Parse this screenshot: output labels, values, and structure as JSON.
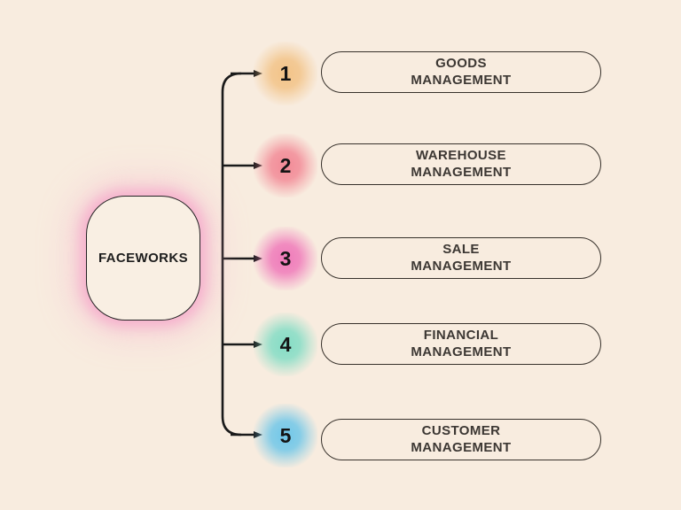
{
  "diagram": {
    "root": {
      "label": "FACEWORKS",
      "glow_color": "#f5a9cb"
    },
    "nodes": [
      {
        "number": "1",
        "label": "GOODS\nMANAGEMENT",
        "glow_color": "#f2c183"
      },
      {
        "number": "2",
        "label": "WAREHOUSE\nMANAGEMENT",
        "glow_color": "#f28593"
      },
      {
        "number": "3",
        "label": "SALE\nMANAGEMENT",
        "glow_color": "#ef74b8"
      },
      {
        "number": "4",
        "label": "FINANCIAL\nMANAGEMENT",
        "glow_color": "#7edcc4"
      },
      {
        "number": "5",
        "label": "CUSTOMER\nMANAGEMENT",
        "glow_color": "#69c5e9"
      }
    ],
    "colors": {
      "background": "#f8ecdf",
      "connector_line": "#1a1a1a",
      "pill_border": "#37312b",
      "pill_text": "#3c3733",
      "number_text": "#141414"
    }
  }
}
